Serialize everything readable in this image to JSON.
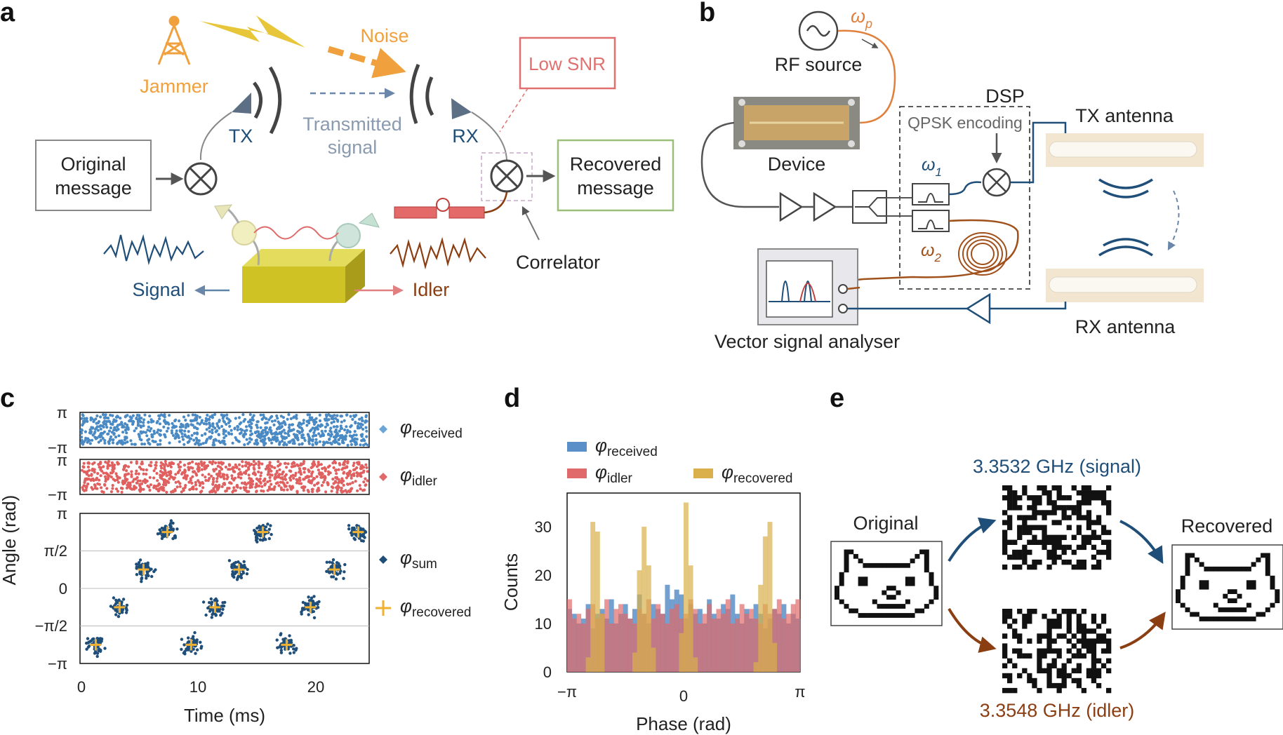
{
  "panels": {
    "a": "a",
    "b": "b",
    "c": "c",
    "d": "d",
    "e": "e"
  },
  "panel_a": {
    "jammer": "Jammer",
    "noise": "Noise",
    "low_snr": "Low SNR",
    "tx": "TX",
    "rx": "RX",
    "transmitted_line1": "Transmitted",
    "transmitted_line2": "signal",
    "original_line1": "Original",
    "original_line2": "message",
    "recovered_line1": "Recovered",
    "recovered_line2": "message",
    "correlator": "Correlator",
    "signal": "Signal",
    "idler": "Idler",
    "colors": {
      "jammer": "#f0a03c",
      "tx_rx": "#1f4e79",
      "transmitted": "#8a9bb0",
      "low_snr": "#e07070",
      "signal": "#1f4e79",
      "idler": "#8b3e12",
      "recovered_box": "#9bbf7a"
    }
  },
  "panel_b": {
    "rf_source": "RF source",
    "omega_p": "ω",
    "omega_p_sub": "p",
    "device": "Device",
    "dsp": "DSP",
    "qpsk": "QPSK encoding",
    "tx_antenna": "TX antenna",
    "rx_antenna": "RX antenna",
    "omega1": "ω",
    "omega1_sub": "1",
    "omega2": "ω",
    "omega2_sub": "2",
    "vsa": "Vector signal analyser",
    "colors": {
      "pump": "#e0803c",
      "signal_path": "#1f4e79",
      "idler_path": "#a0501a"
    }
  },
  "panel_c": {
    "ylabel": "Angle (rad)",
    "xlabel": "Time (ms)",
    "top_ticks": [
      "π",
      "−π"
    ],
    "mid_ticks": [
      "π",
      "−π"
    ],
    "bottom_ticks": [
      "π",
      "π/2",
      "0",
      "−π/2",
      "−π"
    ],
    "x_ticks": [
      "0",
      "10",
      "20"
    ],
    "legend": [
      {
        "symbol": "φ",
        "sub": "received",
        "color": "#4a8ac4"
      },
      {
        "symbol": "φ",
        "sub": "idler",
        "color": "#e06060"
      },
      {
        "symbol": "φ",
        "sub": "sum",
        "color": "#1f4e79"
      },
      {
        "symbol": "φ",
        "sub": "recovered",
        "color": "#f0b030"
      }
    ]
  },
  "chart_data": [
    {
      "type": "scatter",
      "panel": "c",
      "xlabel": "Time (ms)",
      "ylabel": "Angle (rad)",
      "xlim": [
        0,
        24
      ],
      "ylim": [
        -3.1416,
        3.1416
      ],
      "series": [
        {
          "name": "φ received",
          "distribution": "uniform",
          "y_range": [
            -3.1416,
            3.1416
          ],
          "color": "#4a8ac4"
        },
        {
          "name": "φ idler",
          "distribution": "uniform",
          "y_range": [
            -3.1416,
            3.1416
          ],
          "color": "#e06060"
        },
        {
          "name": "φ sum",
          "color": "#1f4e79",
          "clusters": [
            {
              "x": 1.2,
              "y": -2.36
            },
            {
              "x": 3.2,
              "y": -0.79
            },
            {
              "x": 5.2,
              "y": 0.79
            },
            {
              "x": 7.2,
              "y": 2.36
            },
            {
              "x": 9.2,
              "y": -2.36
            },
            {
              "x": 11.2,
              "y": -0.79
            },
            {
              "x": 13.2,
              "y": 0.79
            },
            {
              "x": 15.2,
              "y": 2.36
            },
            {
              "x": 17.2,
              "y": -2.36
            },
            {
              "x": 19.2,
              "y": -0.79
            },
            {
              "x": 21.2,
              "y": 0.79
            },
            {
              "x": 23.2,
              "y": 2.36
            }
          ]
        },
        {
          "name": "φ recovered",
          "color": "#f0b030",
          "x": [
            1.2,
            3.2,
            5.2,
            7.2,
            9.2,
            11.2,
            13.2,
            15.2,
            17.2,
            19.2,
            21.2,
            23.2
          ],
          "y": [
            -2.36,
            -0.79,
            0.79,
            2.36,
            -2.36,
            -0.79,
            0.79,
            2.36,
            -2.36,
            -0.79,
            0.79,
            2.36
          ]
        }
      ]
    },
    {
      "type": "bar",
      "panel": "d",
      "xlabel": "Phase (rad)",
      "ylabel": "Counts",
      "x_ticks": [
        "−π",
        "0",
        "π"
      ],
      "y_ticks": [
        "0",
        "10",
        "20",
        "30"
      ],
      "ylim": [
        0,
        37
      ],
      "bins": 50,
      "series": [
        {
          "name": "φ received",
          "color": "#5b8fc7",
          "values": [
            13,
            12,
            10,
            11,
            14,
            9,
            12,
            13,
            11,
            15,
            10,
            12,
            14,
            11,
            13,
            16,
            12,
            10,
            14,
            13,
            12,
            18,
            15,
            17,
            16,
            11,
            14,
            12,
            13,
            10,
            15,
            12,
            11,
            14,
            13,
            16,
            12,
            10,
            13,
            11,
            14,
            12,
            9,
            11,
            13,
            12,
            14,
            10,
            12,
            11
          ]
        },
        {
          "name": "φ idler",
          "color": "#e06a6a",
          "values": [
            15,
            11,
            12,
            10,
            13,
            14,
            11,
            12,
            15,
            10,
            13,
            14,
            12,
            11,
            10,
            13,
            12,
            15,
            11,
            14,
            12,
            10,
            13,
            14,
            11,
            12,
            15,
            13,
            10,
            12,
            14,
            11,
            13,
            12,
            15,
            10,
            11,
            14,
            12,
            13,
            11,
            10,
            14,
            12,
            13,
            15,
            11,
            12,
            14,
            15
          ]
        },
        {
          "name": "φ recovered",
          "color": "#d9b04c",
          "values": [
            0,
            0,
            0,
            0,
            3,
            31,
            29,
            12,
            0,
            0,
            0,
            0,
            0,
            0,
            4,
            21,
            30,
            22,
            5,
            0,
            0,
            0,
            0,
            0,
            8,
            35,
            22,
            3,
            0,
            0,
            0,
            0,
            0,
            0,
            0,
            0,
            0,
            0,
            0,
            0,
            2,
            18,
            28,
            31,
            6,
            0,
            0,
            0,
            0,
            0
          ]
        }
      ]
    }
  ],
  "panel_d": {
    "ylabel": "Counts",
    "xlabel": "Phase (rad)",
    "x_ticks": [
      "−π",
      "0",
      "π"
    ],
    "y_ticks": [
      "0",
      "10",
      "20",
      "30"
    ],
    "legend": [
      {
        "symbol": "φ",
        "sub": "received"
      },
      {
        "symbol": "φ",
        "sub": "idler"
      },
      {
        "symbol": "φ",
        "sub": "recovered"
      }
    ]
  },
  "panel_e": {
    "original": "Original",
    "recovered": "Recovered",
    "signal_freq": "3.3532 GHz (signal)",
    "idler_freq": "3.3548 GHz (idler)",
    "colors": {
      "signal": "#1f4e79",
      "idler": "#8b3e12"
    }
  }
}
